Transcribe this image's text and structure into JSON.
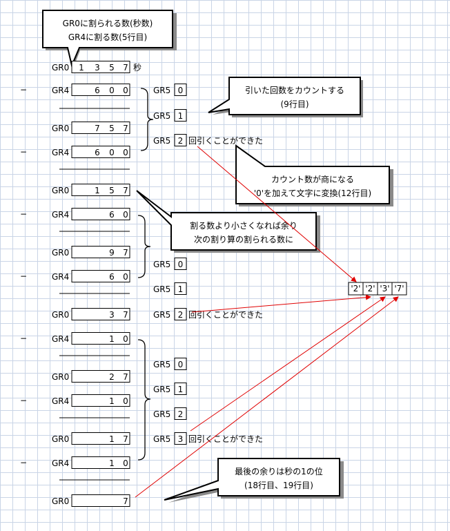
{
  "callouts": {
    "top_line1": "GR0に割られる数(秒数)",
    "top_line2": "GR4に割る数(5行目)",
    "count_line1": "引いた回数をカウントする",
    "count_line2": "(9行目)",
    "quotient_line1": "カウント数が商になる",
    "quotient_line2": "'0'を加えて文字に変換(12行目)",
    "remainder_line1": "割る数より小さくなれば余り",
    "remainder_line2": "次の割り算の割られる数に",
    "last_line1": "最後の余りは秒の1の位",
    "last_line2": "(18行目、19行目)"
  },
  "labels": {
    "gr0": "GR0",
    "gr4": "GR4",
    "gr5": "GR5",
    "minus": "−",
    "sec": "秒",
    "done": "回引くことができた"
  },
  "rows": [
    {
      "reg": "GR0",
      "digits": [
        "1",
        "3",
        "5",
        "7"
      ],
      "minus": false
    },
    {
      "reg": "GR4",
      "digits": [
        "6",
        "0",
        "0"
      ],
      "minus": true
    },
    {
      "reg": "GR0",
      "digits": [
        "7",
        "5",
        "7"
      ],
      "minus": false
    },
    {
      "reg": "GR4",
      "digits": [
        "6",
        "0",
        "0"
      ],
      "minus": true
    },
    {
      "reg": "GR0",
      "digits": [
        "1",
        "5",
        "7"
      ],
      "minus": false
    },
    {
      "reg": "GR4",
      "digits": [
        "6",
        "0"
      ],
      "minus": true
    },
    {
      "reg": "GR0",
      "digits": [
        "9",
        "7"
      ],
      "minus": false
    },
    {
      "reg": "GR4",
      "digits": [
        "6",
        "0"
      ],
      "minus": true
    },
    {
      "reg": "GR0",
      "digits": [
        "3",
        "7"
      ],
      "minus": false
    },
    {
      "reg": "GR4",
      "digits": [
        "1",
        "0"
      ],
      "minus": true
    },
    {
      "reg": "GR0",
      "digits": [
        "2",
        "7"
      ],
      "minus": false
    },
    {
      "reg": "GR4",
      "digits": [
        "1",
        "0"
      ],
      "minus": true
    },
    {
      "reg": "GR0",
      "digits": [
        "1",
        "7"
      ],
      "minus": false
    },
    {
      "reg": "GR4",
      "digits": [
        "1",
        "0"
      ],
      "minus": true
    },
    {
      "reg": "GR0",
      "digits": [
        "7"
      ],
      "minus": false
    }
  ],
  "counters": [
    {
      "value": "0",
      "done": false
    },
    {
      "value": "1",
      "done": false
    },
    {
      "value": "2",
      "done": true
    },
    {
      "value": "0",
      "done": false
    },
    {
      "value": "1",
      "done": false
    },
    {
      "value": "2",
      "done": true
    },
    {
      "value": "0",
      "done": false
    },
    {
      "value": "1",
      "done": false
    },
    {
      "value": "2",
      "done": false
    },
    {
      "value": "3",
      "done": true
    }
  ],
  "result_chars": [
    "'2'",
    "'2'",
    "'3'",
    "'7'"
  ],
  "colors": {
    "grid": "#c9d4e6",
    "arrow": "#e00000",
    "callout_border": "#000000",
    "callout_shadow": "#8a8a8a"
  }
}
